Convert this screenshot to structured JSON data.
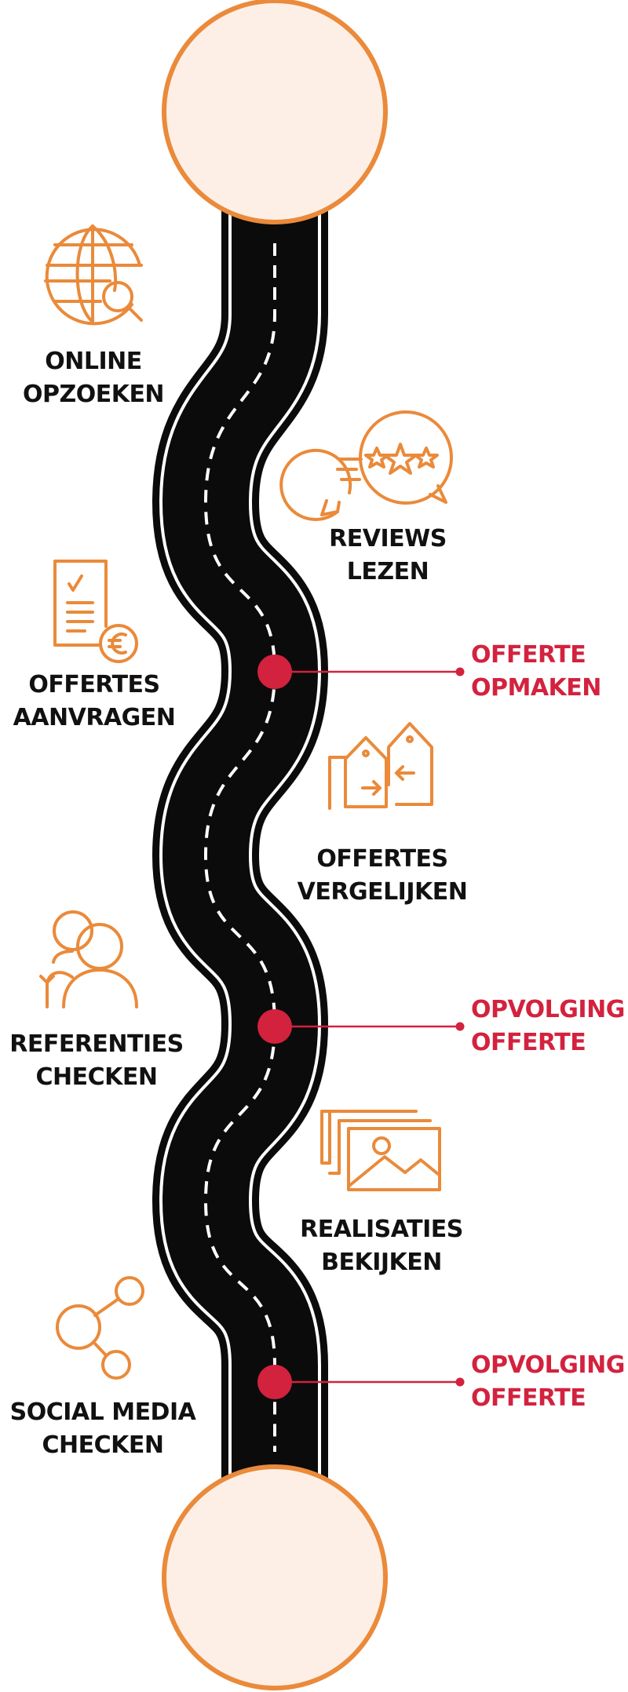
{
  "colors": {
    "road": "#0b0b0b",
    "road_line": "#ffffff",
    "accent_orange": "#ea8a3a",
    "circle_fill": "#fdefe6",
    "milestone_red": "#d3223e",
    "text_dark": "#111111"
  },
  "steps": [
    {
      "icon": "globe-search-icon",
      "line1": "ONLINE",
      "line2": "OPZOEKEN"
    },
    {
      "icon": "review-stars-icon",
      "line1": "REVIEWS",
      "line2": "LEZEN"
    },
    {
      "icon": "quote-document-euro-icon",
      "line1": "OFFERTES",
      "line2": "AANVRAGEN"
    },
    {
      "icon": "price-tags-compare-icon",
      "line1": "OFFERTES",
      "line2": "VERGELIJKEN"
    },
    {
      "icon": "people-reference-icon",
      "line1": "REFERENTIES",
      "line2": "CHECKEN"
    },
    {
      "icon": "photo-gallery-icon",
      "line1": "REALISATIES",
      "line2": "BEKIJKEN"
    },
    {
      "icon": "share-network-icon",
      "line1": "SOCIAL MEDIA",
      "line2": "CHECKEN"
    }
  ],
  "milestones": [
    {
      "line1": "OFFERTE",
      "line2": "OPMAKEN"
    },
    {
      "line1": "OPVOLGING",
      "line2": "OFFERTE"
    },
    {
      "line1": "OPVOLGING",
      "line2": "OFFERTE"
    }
  ]
}
